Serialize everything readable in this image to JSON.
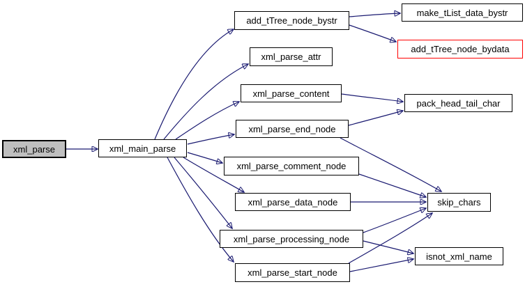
{
  "diagram": {
    "kind": "doxygen-call-graph",
    "colors": {
      "edge": "#191970",
      "node_border": "#000000",
      "node_fill": "#ffffff",
      "current_node_fill": "#bfbfbf",
      "truncated_node_border": "#ff0000",
      "background": "#ffffff",
      "text": "#000000"
    },
    "nodes": {
      "xml_parse": {
        "label": "xml_parse",
        "variant": "current"
      },
      "xml_main_parse": {
        "label": "xml_main_parse",
        "variant": "normal"
      },
      "add_tTree_node_bystr": {
        "label": "add_tTree_node_bystr",
        "variant": "normal"
      },
      "xml_parse_attr": {
        "label": "xml_parse_attr",
        "variant": "normal"
      },
      "xml_parse_content": {
        "label": "xml_parse_content",
        "variant": "normal"
      },
      "xml_parse_end_node": {
        "label": "xml_parse_end_node",
        "variant": "normal"
      },
      "xml_parse_comment_node": {
        "label": "xml_parse_comment_node",
        "variant": "normal"
      },
      "xml_parse_data_node": {
        "label": "xml_parse_data_node",
        "variant": "normal"
      },
      "xml_parse_processing_node": {
        "label": "xml_parse_processing_node",
        "variant": "normal"
      },
      "xml_parse_start_node": {
        "label": "xml_parse_start_node",
        "variant": "normal"
      },
      "make_tList_data_bystr": {
        "label": "make_tList_data_bystr",
        "variant": "normal"
      },
      "add_tTree_node_bydata": {
        "label": "add_tTree_node_bydata",
        "variant": "truncated"
      },
      "pack_head_tail_char": {
        "label": "pack_head_tail_char",
        "variant": "normal"
      },
      "skip_chars": {
        "label": "skip_chars",
        "variant": "normal"
      },
      "isnot_xml_name": {
        "label": "isnot_xml_name",
        "variant": "normal"
      }
    },
    "edges": [
      {
        "from": "xml_parse",
        "to": "xml_main_parse"
      },
      {
        "from": "xml_main_parse",
        "to": "add_tTree_node_bystr"
      },
      {
        "from": "xml_main_parse",
        "to": "xml_parse_attr"
      },
      {
        "from": "xml_main_parse",
        "to": "xml_parse_content"
      },
      {
        "from": "xml_main_parse",
        "to": "xml_parse_end_node"
      },
      {
        "from": "xml_main_parse",
        "to": "xml_parse_comment_node"
      },
      {
        "from": "xml_main_parse",
        "to": "xml_parse_data_node"
      },
      {
        "from": "xml_main_parse",
        "to": "xml_parse_processing_node"
      },
      {
        "from": "xml_main_parse",
        "to": "xml_parse_start_node"
      },
      {
        "from": "add_tTree_node_bystr",
        "to": "make_tList_data_bystr"
      },
      {
        "from": "add_tTree_node_bystr",
        "to": "add_tTree_node_bydata"
      },
      {
        "from": "xml_parse_content",
        "to": "pack_head_tail_char"
      },
      {
        "from": "xml_parse_end_node",
        "to": "pack_head_tail_char"
      },
      {
        "from": "xml_parse_end_node",
        "to": "skip_chars"
      },
      {
        "from": "xml_parse_comment_node",
        "to": "skip_chars"
      },
      {
        "from": "xml_parse_data_node",
        "to": "skip_chars"
      },
      {
        "from": "xml_parse_processing_node",
        "to": "skip_chars"
      },
      {
        "from": "xml_parse_processing_node",
        "to": "isnot_xml_name"
      },
      {
        "from": "xml_parse_start_node",
        "to": "skip_chars"
      },
      {
        "from": "xml_parse_start_node",
        "to": "isnot_xml_name"
      }
    ]
  }
}
